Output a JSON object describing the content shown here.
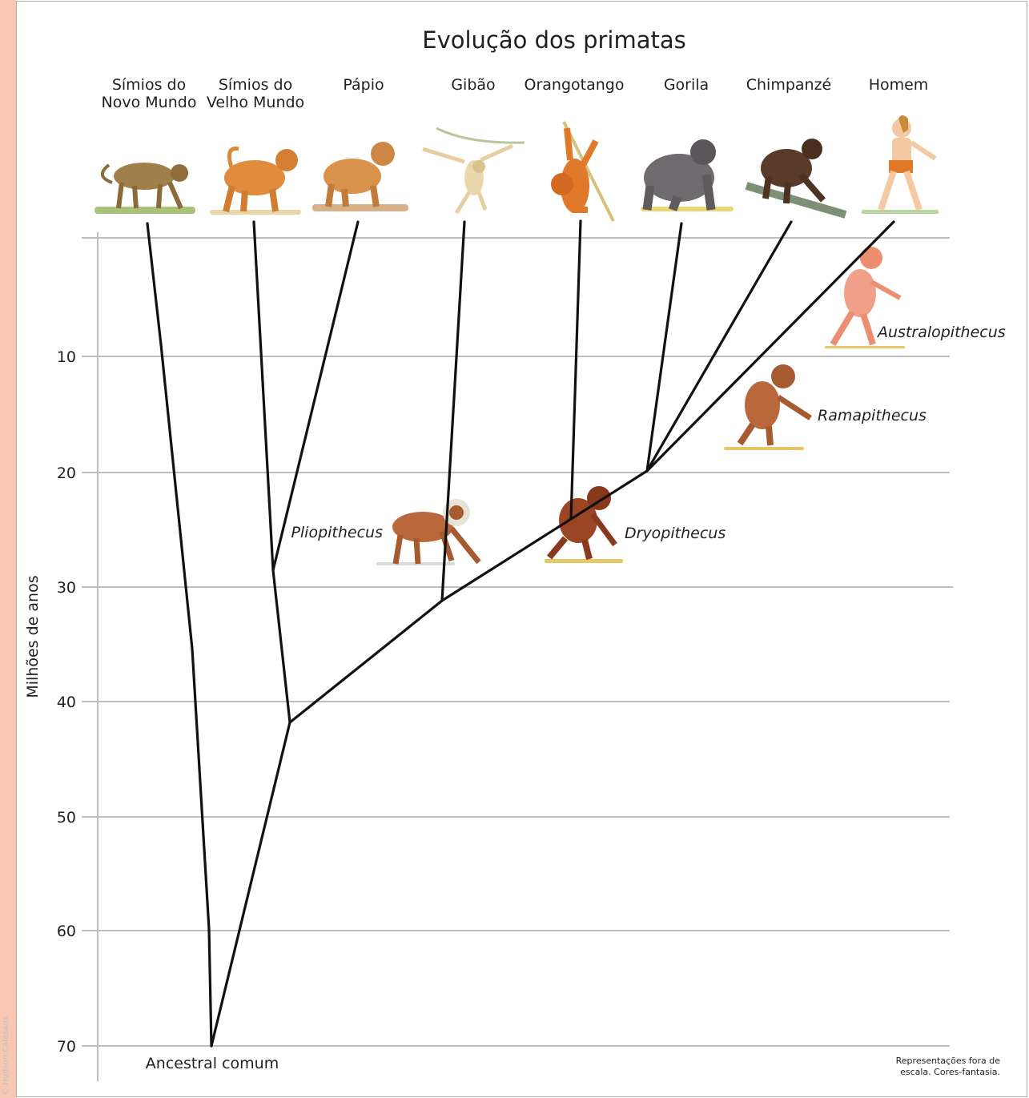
{
  "title": "Evolução dos primatas",
  "axis": {
    "label": "Milhões de anos",
    "ticks": [
      "10",
      "20",
      "30",
      "40",
      "50",
      "60",
      "70"
    ]
  },
  "taxa": [
    {
      "line1": "Símios do",
      "line2": "Novo Mundo"
    },
    {
      "line1": "Símios do",
      "line2": "Velho Mundo"
    },
    {
      "line1": "Pápio",
      "line2": ""
    },
    {
      "line1": "Gibão",
      "line2": ""
    },
    {
      "line1": "Orangotango",
      "line2": ""
    },
    {
      "line1": "Gorila",
      "line2": ""
    },
    {
      "line1": "Chimpanzé",
      "line2": ""
    },
    {
      "line1": "Homem",
      "line2": ""
    }
  ],
  "fossils": [
    "Pliopithecus",
    "Dryopithecus",
    "Ramapithecus",
    "Australopithecus"
  ],
  "root_label": "Ancestral comum",
  "note": {
    "line1": "Representações fora de",
    "line2": "escala. Cores-fantasia."
  },
  "credit": "© Hudson Calasans",
  "icons": [
    "monkey-icon",
    "baboon-icon",
    "baboon-icon",
    "gibbon-icon",
    "orangutan-icon",
    "gorilla-icon",
    "chimpanzee-icon",
    "human-icon",
    "hominid-icon"
  ],
  "colors": {
    "branch": "#111111",
    "grid": "#bcbec0",
    "border": "#a7a9ac",
    "side_stripe": "#f9c8b3"
  }
}
